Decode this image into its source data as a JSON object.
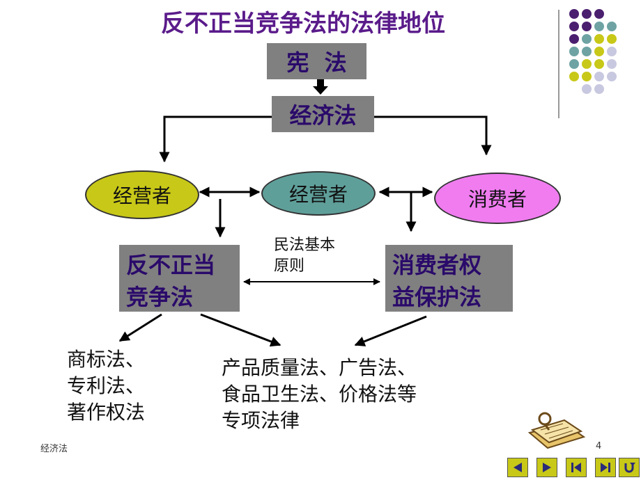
{
  "title": "反不正当竞争法的法律地位",
  "nodes": {
    "constitution": "宪  法",
    "economic_law": "经济法",
    "operator_left": "经营者",
    "operator_middle": "经营者",
    "consumer": "消费者",
    "anti_unfair_line1": "反不正当",
    "anti_unfair_line2": "竞争法",
    "consumer_rights_line1": "消费者权",
    "consumer_rights_line2": "益保护法",
    "civil_law_line1": "民法基本",
    "civil_law_line2": "原则"
  },
  "lists": {
    "left": [
      "商标法、",
      "专利法、",
      "著作权法"
    ],
    "right": [
      "产品质量法、广告法、",
      "食品卫生法、价格法等",
      "专项法律"
    ]
  },
  "footer": {
    "label": "经济法",
    "page": "4"
  },
  "colors": {
    "title": "#5a1b8a",
    "box": "#808080",
    "box_text": "#2a0a6a",
    "operator_left": "#c8c818",
    "operator_middle": "#5f9f9a",
    "consumer": "#f07cf0",
    "dot_purple": "#4b1f6f",
    "dot_teal": "#6fa3a3",
    "dot_yellow": "#c8c818",
    "dot_lavender": "#c8c8e0"
  },
  "nav": [
    "prev-icon",
    "next-icon",
    "first-icon",
    "last-icon",
    "return-icon"
  ]
}
